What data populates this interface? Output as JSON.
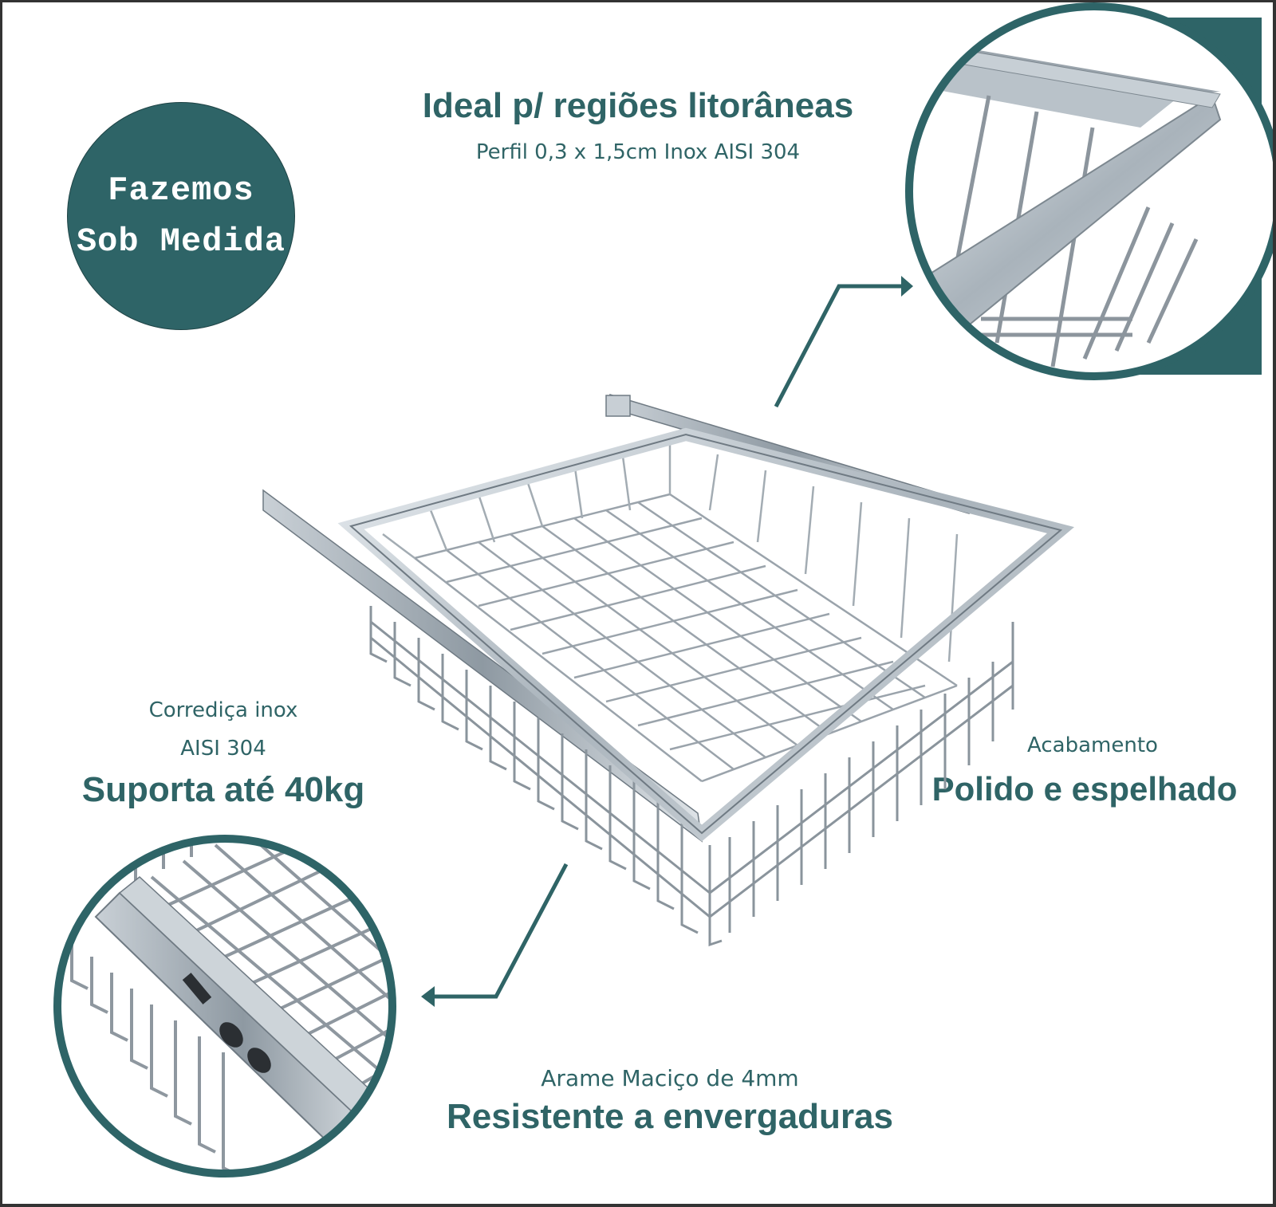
{
  "badge": {
    "line1": "Fazemos",
    "line2": "Sob Medida",
    "color": "#2e6467"
  },
  "features": {
    "profile": {
      "title": "Ideal p/ regiões litorâneas",
      "subtitle": "Perfil 0,3 x 1,5cm Inox AISI 304"
    },
    "slide": {
      "line1": "Corrediça inox",
      "line2": "AISI 304",
      "title": "Suporta até 40kg"
    },
    "finish": {
      "line1": "Acabamento",
      "title": "Polido e espelhado"
    },
    "wire": {
      "line1": "Arame Maciço de 4mm",
      "title": "Resistente a envergaduras"
    }
  },
  "images": {
    "main": "stainless-steel-wire-basket-drawer-with-slides",
    "zoom_top_right": "basket-frame-corner-detail",
    "zoom_bottom_left": "telescopic-slide-detail"
  },
  "colors": {
    "accent": "#2f6466",
    "border": "#333333",
    "background": "#ffffff"
  }
}
